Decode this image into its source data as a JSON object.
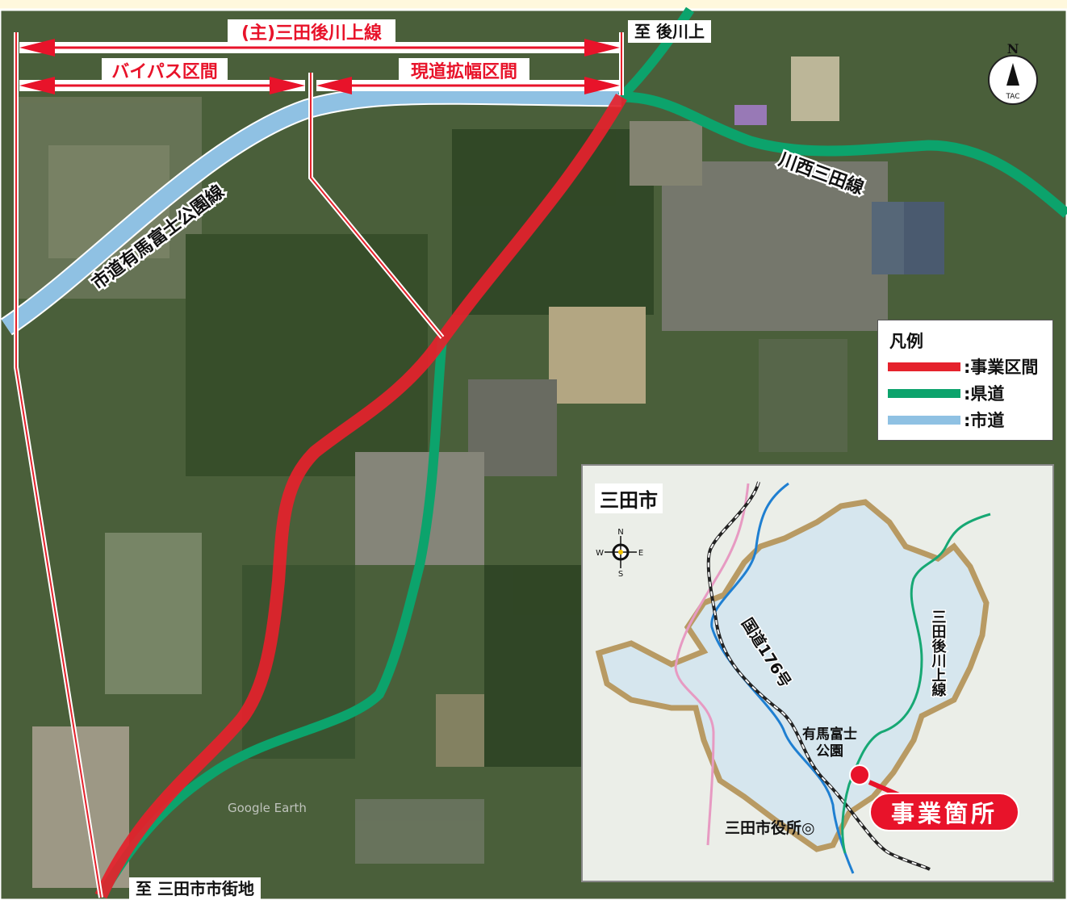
{
  "route": {
    "main_label": "(主)三田後川上線",
    "bypass_label": "バイパス区間",
    "widening_label": "現道拡幅区間"
  },
  "destinations": {
    "north": "至 後川上",
    "south": "至 三田市市街地"
  },
  "roads": {
    "city_road": "市道有馬富士公園線",
    "prefectural_road": "川西三田線"
  },
  "legend": {
    "title": "凡例",
    "items": [
      {
        "label": ":事業区間",
        "color": "#e5222c"
      },
      {
        "label": ":県道",
        "color": "#0ca36c"
      },
      {
        "label": ":市道",
        "color": "#8fc1e3"
      }
    ]
  },
  "compass": {
    "north": "N",
    "maker": "TAC"
  },
  "watermark": "Google Earth",
  "inset": {
    "title": "三田市",
    "compass": {
      "n": "N",
      "e": "E",
      "s": "S",
      "w": "W"
    },
    "national_road": "国道176号",
    "main_road": "三田後川上線",
    "park_line1": "有馬富士",
    "park_line2": "公園",
    "city_hall": "三田市役所◎",
    "project_site": "事業箇所"
  },
  "colors": {
    "project": "#e5222c",
    "prefectural": "#0ca36c",
    "city": "#8fc1e3",
    "accent_red": "#e8132a"
  }
}
